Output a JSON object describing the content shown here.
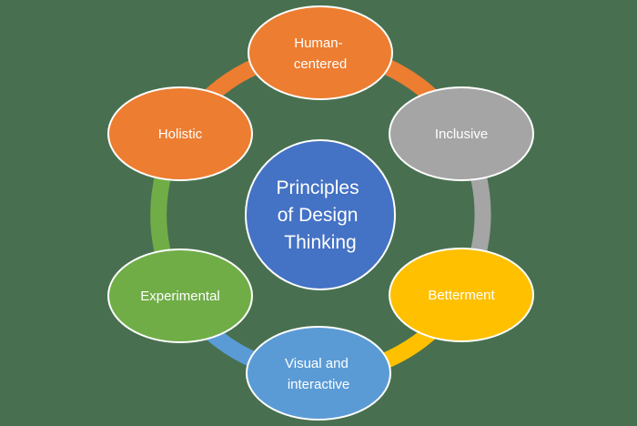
{
  "diagram": {
    "type": "cycle-smartart",
    "title": "Principles of Design Thinking",
    "background_color": "#487050",
    "text_color": "#FFFFFF",
    "center": {
      "label": "Principles of Design Thinking",
      "lines": [
        "Principles",
        "of Design",
        "Thinking"
      ],
      "color": "#4472C4"
    },
    "nodes": [
      {
        "id": "human-centered",
        "label": "Human-centered",
        "lines": [
          "Human-",
          "centered"
        ],
        "color": "#ED7D31"
      },
      {
        "id": "inclusive",
        "label": "Inclusive",
        "lines": [
          "Inclusive"
        ],
        "color": "#A5A5A5"
      },
      {
        "id": "betterment",
        "label": "Betterment",
        "lines": [
          "Betterment"
        ],
        "color": "#FFC000"
      },
      {
        "id": "visual-and-interactive",
        "label": "Visual and interactive",
        "lines": [
          "Visual and",
          "interactive"
        ],
        "color": "#5B9BD5"
      },
      {
        "id": "experimental",
        "label": "Experimental",
        "lines": [
          "Experimental"
        ],
        "color": "#70AD47"
      },
      {
        "id": "holistic",
        "label": "Holistic",
        "lines": [
          "Holistic"
        ],
        "color": "#ED7D31"
      }
    ],
    "connectors": [
      {
        "from": "Human-centered",
        "to": "Inclusive",
        "color": "#ED7D31"
      },
      {
        "from": "Inclusive",
        "to": "Betterment",
        "color": "#A5A5A5"
      },
      {
        "from": "Betterment",
        "to": "Visual and interactive",
        "color": "#FFC000"
      },
      {
        "from": "Visual and interactive",
        "to": "Experimental",
        "color": "#5B9BD5"
      },
      {
        "from": "Experimental",
        "to": "Holistic",
        "color": "#70AD47"
      },
      {
        "from": "Holistic",
        "to": "Human-centered",
        "color": "#ED7D31"
      }
    ]
  }
}
